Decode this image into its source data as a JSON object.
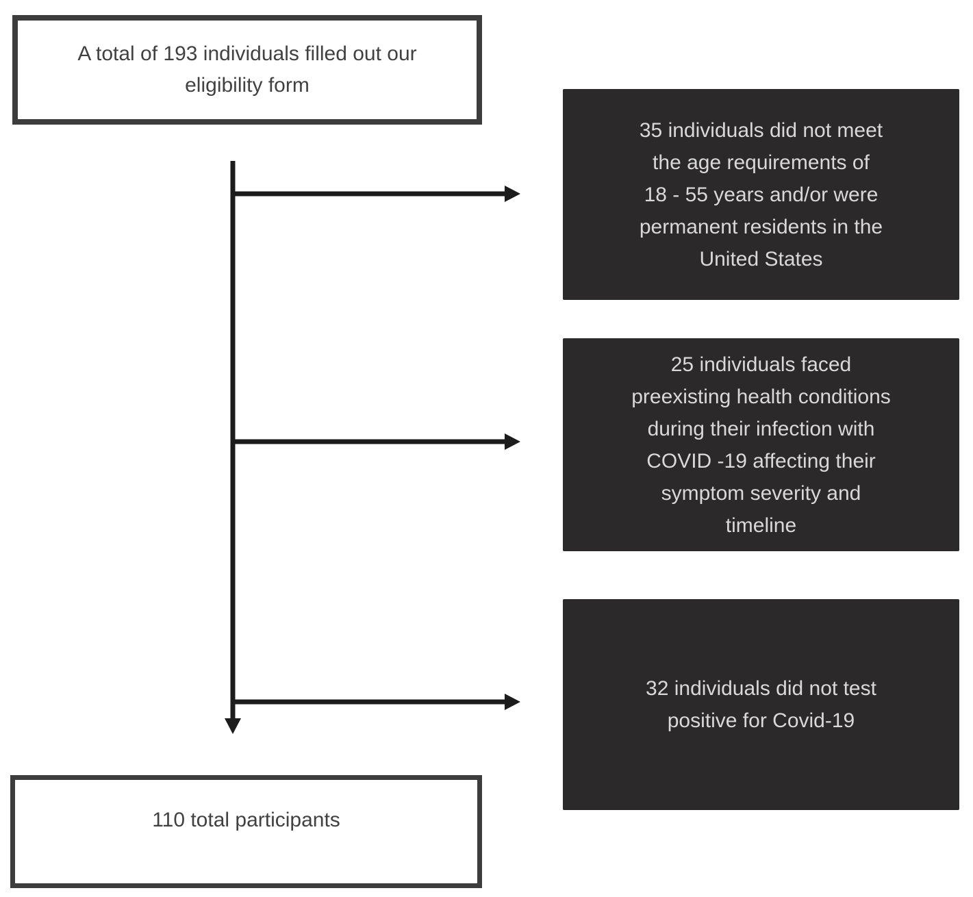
{
  "diagram": {
    "type": "participant-flow",
    "top_box": {
      "text": "A total of 193 individuals filled out our\neligibility form",
      "total_count": 193
    },
    "exclusions": [
      {
        "count": 35,
        "text": "35 individuals did not meet\nthe age requirements of\n18 - 55 years and/or were\npermanent residents in the\nUnited States"
      },
      {
        "count": 25,
        "text": "25 individuals faced\npreexisting health conditions\nduring their infection with\nCOVID -19 affecting their\nsymptom severity and\ntimeline"
      },
      {
        "count": 32,
        "text": "32 individuals did not test\npositive for Covid-19"
      }
    ],
    "result_box": {
      "text": "110 total participants",
      "total_count": 110
    },
    "colors": {
      "dark_box_bg": "#2b292a",
      "dark_box_text": "#d9d9d9",
      "box_border": "#3d3d3d",
      "light_box_text": "#414141",
      "arrow": "#1c1c1c",
      "canvas_bg": "#ffffff"
    }
  }
}
